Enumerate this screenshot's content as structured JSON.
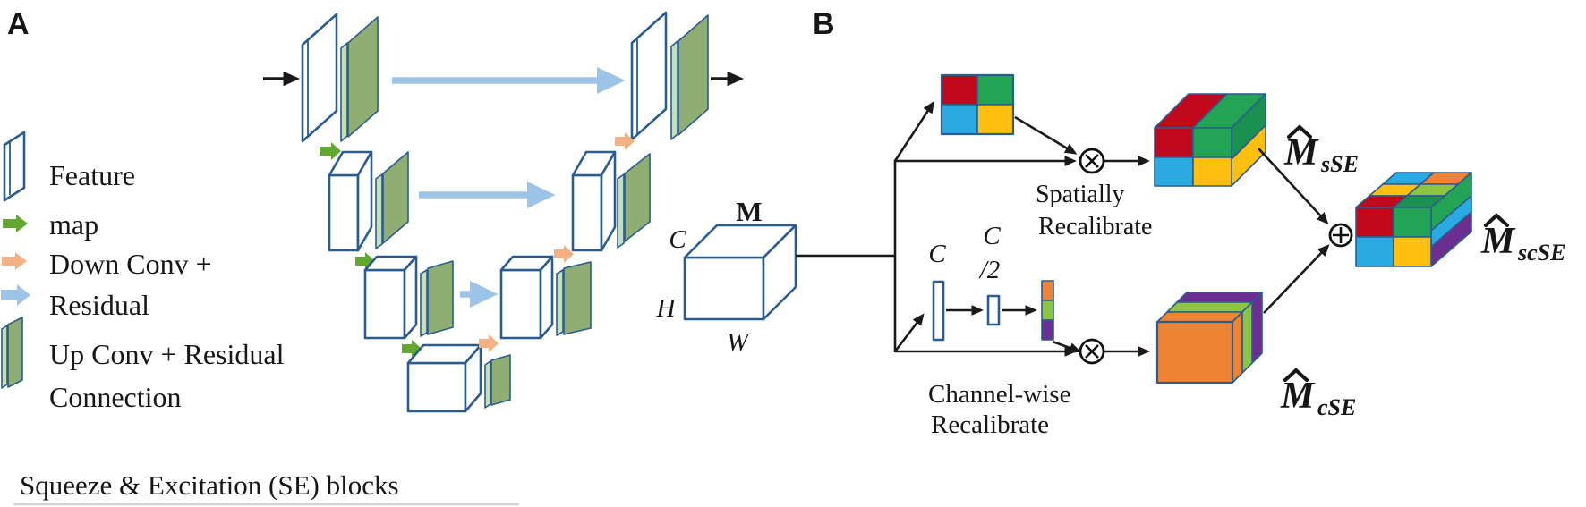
{
  "figure": {
    "panel_a": {
      "label": "A",
      "legend": [
        {
          "icon": "feature-map-panel-icon",
          "label": "Feature"
        },
        {
          "icon": "green-arrow-icon",
          "label": "map"
        },
        {
          "icon": "orange-arrow-icon",
          "label": "Down Conv +"
        },
        {
          "icon": "blue-arrow-icon",
          "label": "Residual"
        },
        {
          "icon": "green-panel-icon",
          "label": "Up Conv + Residual"
        },
        {
          "icon": "",
          "label": "Connection"
        }
      ],
      "caption": "Squeeze & Excitation (SE) blocks"
    },
    "panel_b": {
      "label": "B",
      "input": {
        "name": "M",
        "channel": "C",
        "height": "H",
        "width": "W"
      },
      "squeeze": {
        "fc1": "C",
        "fc2_top": "C",
        "fc2_bottom": "/2"
      },
      "spatial": {
        "caption_line1": "Spatially",
        "caption_line2": "Recalibrate",
        "output": {
          "base": "M",
          "sub": "sSE"
        }
      },
      "channel": {
        "caption_line1": "Channel-wise",
        "caption_line2": "Recalibrate",
        "output": {
          "base": "M",
          "sub": "cSE"
        }
      },
      "output": {
        "base": "M",
        "sub": "scSE"
      },
      "operators": {
        "multiply": "⊗",
        "add": "⊕"
      }
    },
    "colors": {
      "outline_blue": "#2b5c8f",
      "ink": "#1a1a1a",
      "red": "#c1081c",
      "green": "#23a455",
      "dark_green": "#1a9150",
      "light_green": "#8cc63f",
      "cyan": "#29abe2",
      "yellow": "#fdc010",
      "orange": "#ee8433",
      "purple": "#6b2e91",
      "panel_green": "#8fae73",
      "panel_green_light": "#c6e0b4",
      "arrow_green": "#62a830",
      "arrow_orange": "#f4b183",
      "arrow_blue": "#9dc3e6"
    }
  }
}
